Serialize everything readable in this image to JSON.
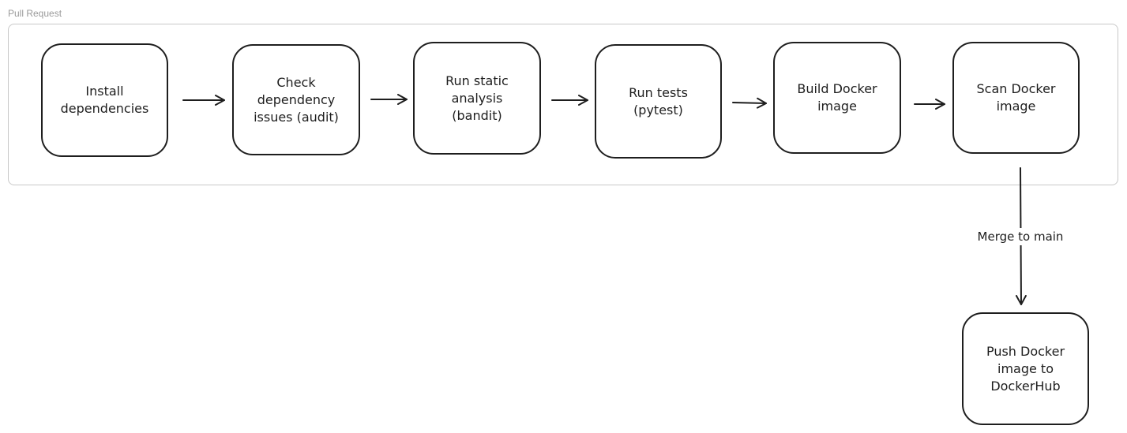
{
  "frame": {
    "label": "Pull Request"
  },
  "nodes": [
    {
      "id": "install",
      "label": "Install\ndependencies"
    },
    {
      "id": "audit",
      "label": "Check\ndependency\nissues (audit)"
    },
    {
      "id": "bandit",
      "label": "Run static\nanalysis\n(bandit)"
    },
    {
      "id": "pytest",
      "label": "Run tests\n(pytest)"
    },
    {
      "id": "build",
      "label": "Build Docker\nimage"
    },
    {
      "id": "scan",
      "label": "Scan Docker\nimage"
    },
    {
      "id": "push",
      "label": "Push Docker\nimage to\nDockerHub"
    }
  ],
  "edges": [
    {
      "from": "install",
      "to": "audit",
      "label": ""
    },
    {
      "from": "audit",
      "to": "bandit",
      "label": ""
    },
    {
      "from": "bandit",
      "to": "pytest",
      "label": ""
    },
    {
      "from": "pytest",
      "to": "build",
      "label": ""
    },
    {
      "from": "build",
      "to": "scan",
      "label": ""
    },
    {
      "from": "scan",
      "to": "push",
      "label": "Merge to main"
    }
  ],
  "colors": {
    "stroke": "#1e1e1e",
    "frame": "#c8c8c8",
    "frame_label": "#9a9a9a"
  }
}
